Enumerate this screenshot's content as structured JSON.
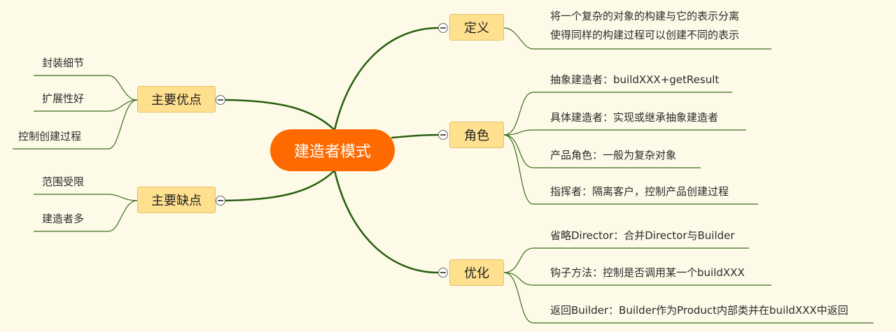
{
  "root": {
    "label": "建造者模式"
  },
  "branches": {
    "definition": {
      "label": "定义",
      "lines": [
        "将一个复杂的对象的构建与它的表示分离",
        "使得同样的构建过程可以创建不同的表示"
      ]
    },
    "roles": {
      "label": "角色",
      "items": [
        "抽象建造者：buildXXX+getResult",
        "具体建造者：实现或继承抽象建造者",
        "产品角色：一般为复杂对象",
        "指挥者：隔离客户，控制产品创建过程"
      ]
    },
    "optimization": {
      "label": "优化",
      "items": [
        "省略Director：合并Director与Builder",
        "钩子方法：控制是否调用某一个buildXXX",
        "返回Builder：Builder作为Product内部类并在buildXXX中返回"
      ]
    },
    "advantages": {
      "label": "主要优点",
      "items": [
        "封装细节",
        "扩展性好",
        "控制创建过程"
      ]
    },
    "disadvantages": {
      "label": "主要缺点",
      "items": [
        "范围受限",
        "建造者多"
      ]
    }
  },
  "colors": {
    "root_fill": "#ff6a00",
    "branch_fill": "#ffe08f",
    "main_edge": "#275e0e",
    "leaf_edge": "#3e6b1f",
    "background": "#fdfbe8"
  }
}
